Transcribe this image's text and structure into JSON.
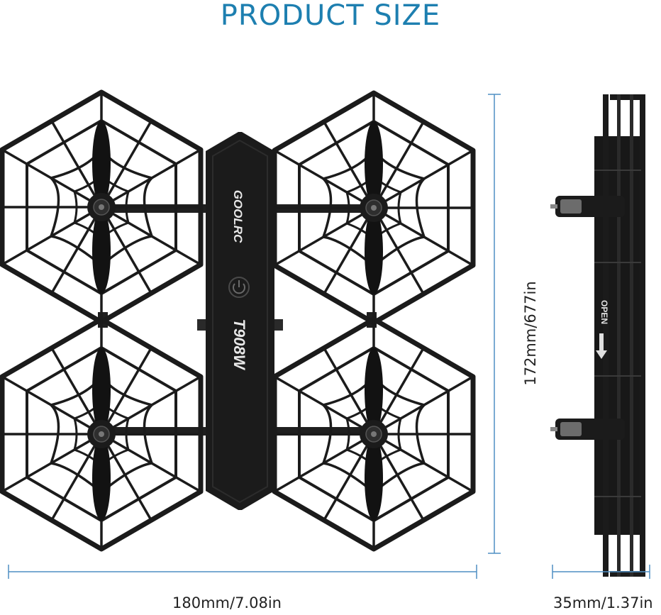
{
  "title": "PRODUCT SIZE",
  "product": {
    "brand": "GOOLRC",
    "model": "T908W",
    "side_label": "OPEN"
  },
  "dimensions": {
    "width": "180mm/7.08in",
    "height": "172mm/677in",
    "depth": "35mm/1.37in"
  },
  "colors": {
    "title": "#1d7fb0",
    "dimension_line": "#4f8fc3",
    "drone_body": "#1b1b1b"
  }
}
